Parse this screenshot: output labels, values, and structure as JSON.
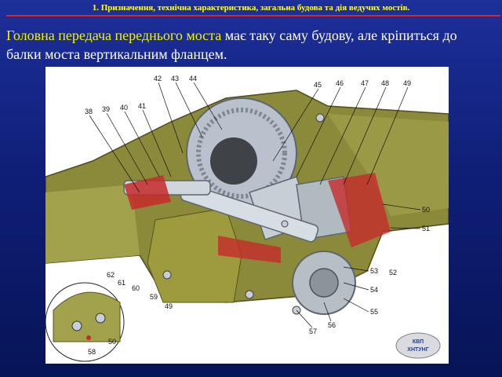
{
  "header": {
    "title": "1. Призначення, технічна характеристика, загальна будова та дія ведучих мостів."
  },
  "intro": {
    "highlight": "Головна передача переднього моста",
    "text": " має таку саму будову, але кріпиться до балки моста вертикальним фланцем."
  },
  "figure": {
    "callouts": [
      "38",
      "39",
      "40",
      "41",
      "42",
      "43",
      "44",
      "45",
      "46",
      "47",
      "48",
      "49",
      "50",
      "51",
      "52",
      "53",
      "54",
      "55",
      "56",
      "57",
      "61",
      "62",
      "60",
      "59",
      "49",
      "50",
      "58"
    ],
    "badge_line1": "КВП",
    "badge_line2": "ХНТУНГ"
  }
}
